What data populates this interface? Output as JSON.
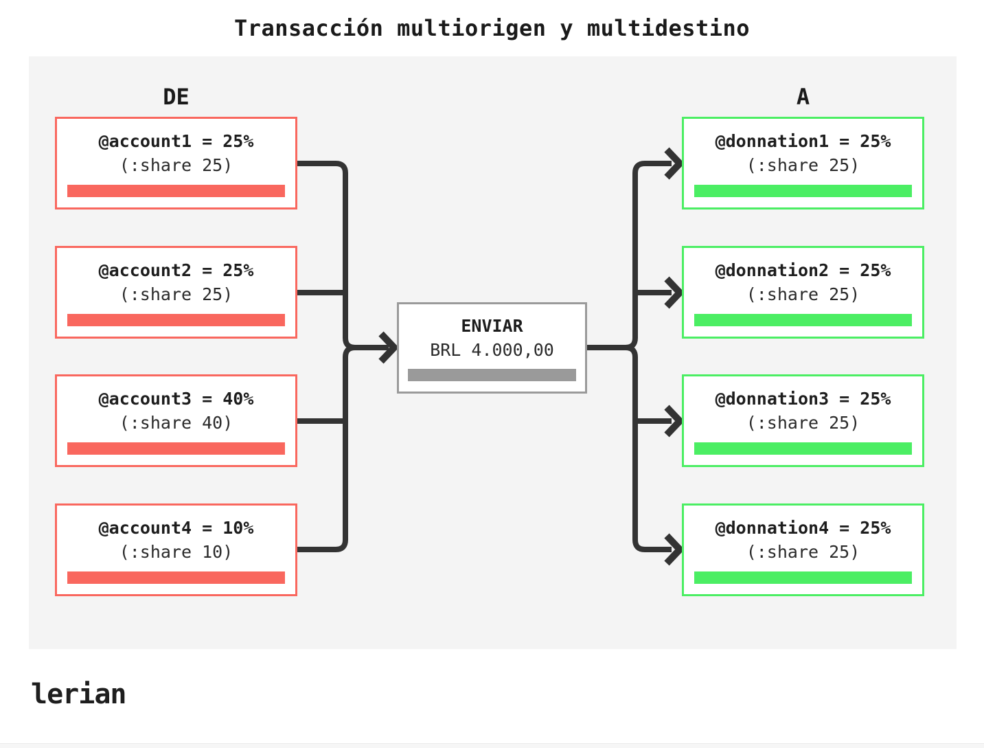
{
  "title": "Transacción multiorigen y multidestino",
  "diagram": {
    "from_header": "DE",
    "to_header": "A",
    "sources": [
      {
        "name": "@account1 = 25%",
        "share": "(:share 25)"
      },
      {
        "name": "@account2 = 25%",
        "share": "(:share 25)"
      },
      {
        "name": "@account3 = 40%",
        "share": "(:share 40)"
      },
      {
        "name": "@account4 = 10%",
        "share": "(:share 10)"
      }
    ],
    "transfer": {
      "label": "ENVIAR",
      "amount": "BRL 4.000,00"
    },
    "destinations": [
      {
        "name": "@donnation1 = 25%",
        "share": "(:share 25)"
      },
      {
        "name": "@donnation2 = 25%",
        "share": "(:share 25)"
      },
      {
        "name": "@donnation3 = 25%",
        "share": "(:share 25)"
      },
      {
        "name": "@donnation4 = 25%",
        "share": "(:share 25)"
      }
    ]
  },
  "footer": {
    "logo": "lerian"
  },
  "colors": {
    "source_accent": "#f9675e",
    "destination_accent": "#4bee63",
    "transfer_accent": "#9a9a9a",
    "connector": "#333333",
    "canvas_bg": "#f4f4f4"
  }
}
